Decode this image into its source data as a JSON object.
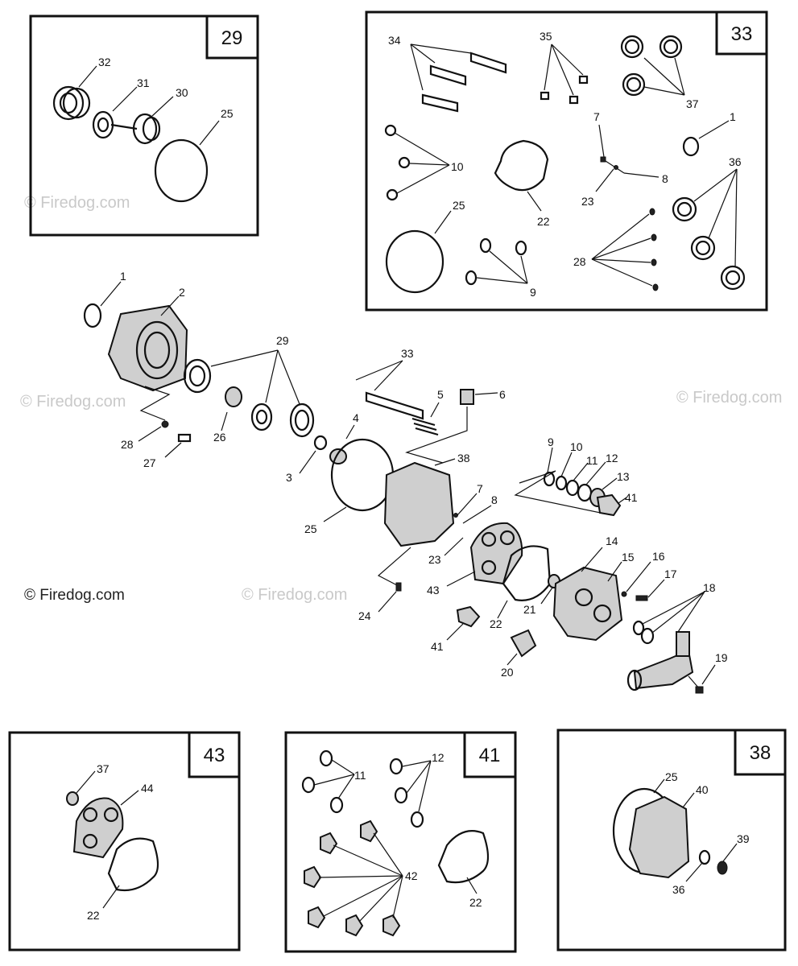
{
  "copyright": "© Firedog.com",
  "watermark": "© Firedog.com",
  "callouts": {
    "c1a": "1",
    "c2": "2",
    "c29": "29",
    "c33": "33",
    "c5": "5",
    "c6": "6",
    "c26": "26",
    "c28": "28",
    "c27": "27",
    "c3": "3",
    "c4": "4",
    "c25": "25",
    "c38": "38",
    "c7": "7",
    "c8": "8",
    "c23": "23",
    "c43": "43",
    "c24": "24",
    "c9": "9",
    "c10": "10",
    "c11": "11",
    "c12": "12",
    "c13": "13",
    "c41a": "41",
    "c14": "14",
    "c15": "15",
    "c16": "16",
    "c17": "17",
    "c18": "18",
    "c19": "19",
    "c20": "20",
    "c21": "21",
    "c22": "22",
    "c41b": "41"
  },
  "box29": {
    "tag": "29",
    "labels": {
      "l32": "32",
      "l31": "31",
      "l30": "30",
      "l25": "25"
    }
  },
  "box33": {
    "tag": "33",
    "labels": {
      "l34": "34",
      "l35": "35",
      "l37": "37",
      "l7": "7",
      "l1": "1",
      "l10": "10",
      "l8": "8",
      "l36": "36",
      "l23": "23",
      "l22": "22",
      "l25": "25",
      "l28": "28",
      "l9": "9"
    }
  },
  "box43": {
    "tag": "43",
    "labels": {
      "l37": "37",
      "l44": "44",
      "l22": "22"
    }
  },
  "box41": {
    "tag": "41",
    "labels": {
      "l11": "11",
      "l12": "12",
      "l42": "42",
      "l22": "22"
    }
  },
  "box38": {
    "tag": "38",
    "labels": {
      "l25": "25",
      "l40": "40",
      "l39": "39",
      "l36": "36"
    }
  }
}
